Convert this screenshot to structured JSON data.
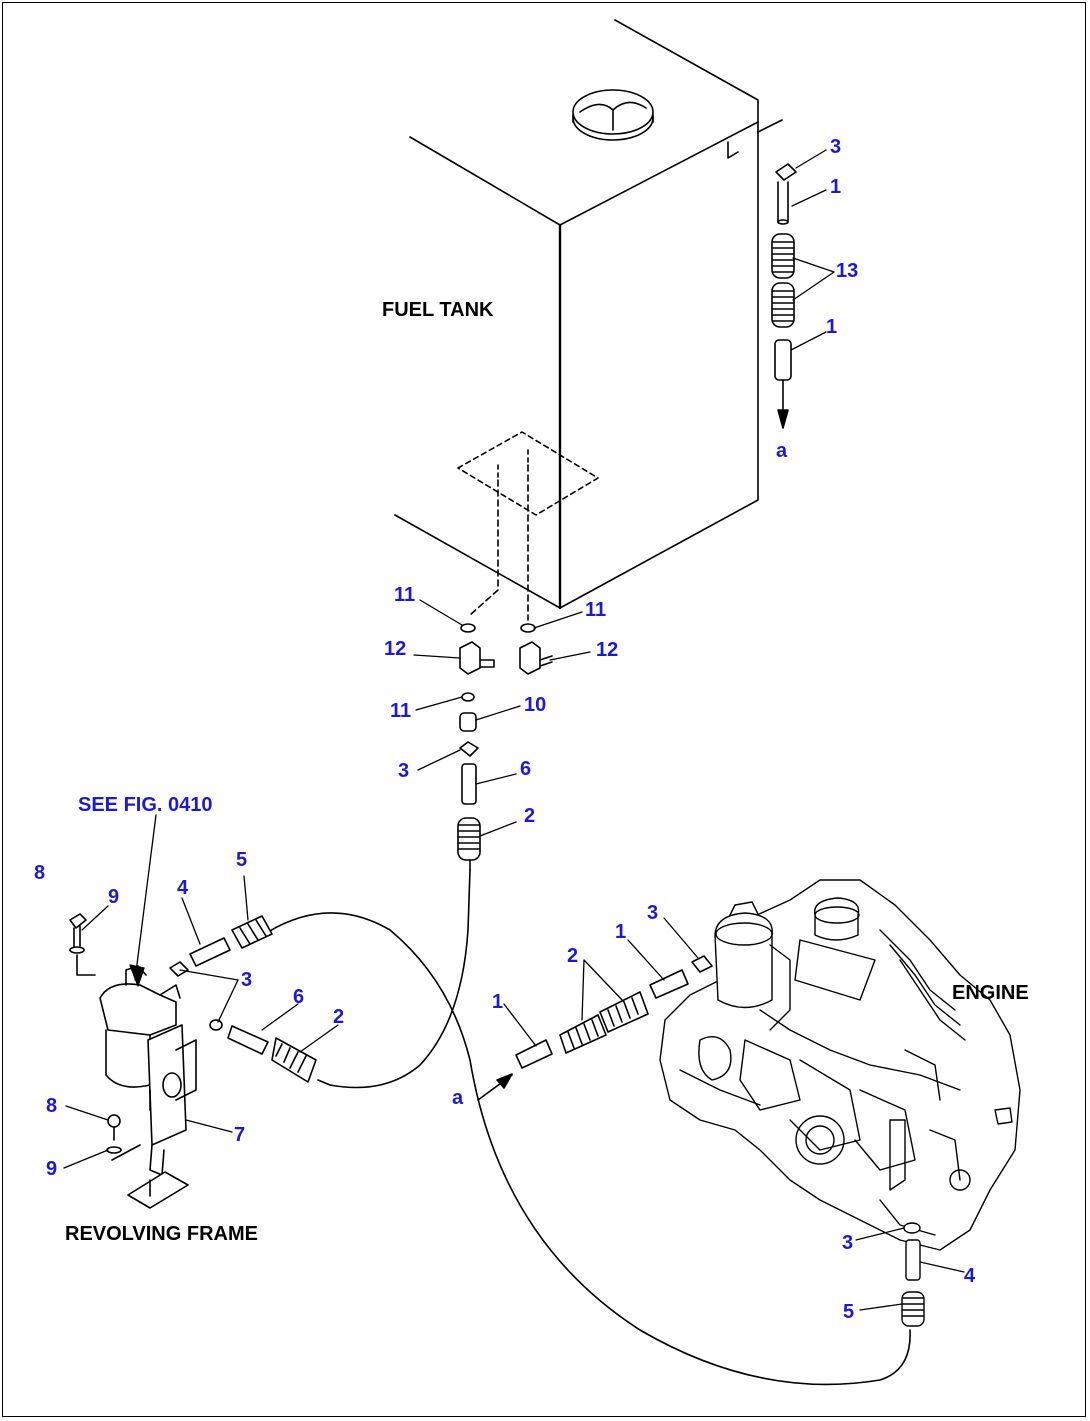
{
  "diagram": {
    "section_labels": {
      "fuel_tank": "FUEL TANK",
      "engine": "ENGINE",
      "revolving_frame": "REVOLVING FRAME"
    },
    "reference": "SEE FIG. 0410",
    "callouts": {
      "c01": "3",
      "c02": "1",
      "c03": "13",
      "c04": "1",
      "c05": "a",
      "c06": "11",
      "c07": "11",
      "c08": "12",
      "c09": "12",
      "c10": "11",
      "c11": "10",
      "c12": "3",
      "c13": "6",
      "c14": "2",
      "c15": "8",
      "c16": "9",
      "c17": "4",
      "c18": "5",
      "c19": "3",
      "c20": "6",
      "c21": "2",
      "c22": "8",
      "c23": "7",
      "c24": "9",
      "c25": "1",
      "c26": "2",
      "c27": "1",
      "c28": "3",
      "c29": "a",
      "c30": "3",
      "c31": "4",
      "c32": "5"
    },
    "colors": {
      "callout": "#1a1ad6",
      "line": "#000000"
    }
  }
}
